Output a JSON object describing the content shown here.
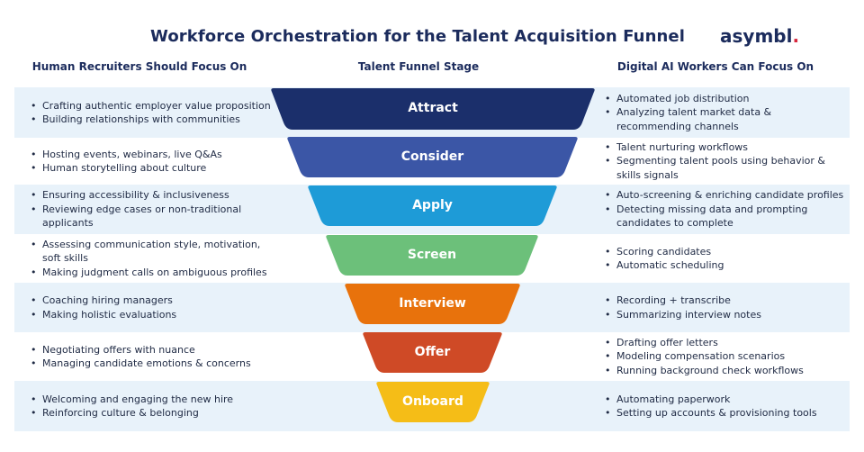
{
  "title": "Workforce Orchestration for the Talent Acquisition Funnel",
  "logo": {
    "text": "asymbl",
    "dot": "."
  },
  "columns": {
    "left": "Human Recruiters Should Focus On",
    "middle": "Talent Funnel Stage",
    "right": "Digital AI Workers Can Focus On"
  },
  "stages": [
    {
      "name": "Attract",
      "color": "#1b2f6b",
      "human": [
        "Crafting authentic employer value proposition",
        "Building relationships with communities"
      ],
      "ai": [
        "Automated job distribution",
        "Analyzing talent market data & recommending channels"
      ]
    },
    {
      "name": "Consider",
      "color": "#3b56a6",
      "human": [
        "Hosting events, webinars, live Q&As",
        "Human storytelling about culture"
      ],
      "ai": [
        "Talent nurturing workflows",
        "Segmenting talent pools using behavior & skills signals"
      ]
    },
    {
      "name": "Apply",
      "color": "#1e9bd7",
      "human": [
        "Ensuring accessibility & inclusiveness",
        "Reviewing edge cases or non-traditional applicants"
      ],
      "ai": [
        "Auto-screening & enriching candidate profiles",
        "Detecting missing data and prompting candidates to complete"
      ]
    },
    {
      "name": "Screen",
      "color": "#6cc07a",
      "human": [
        "Assessing communication style, motivation, soft skills",
        "Making judgment calls on ambiguous profiles"
      ],
      "ai": [
        "Scoring candidates",
        "Automatic scheduling"
      ]
    },
    {
      "name": "Interview",
      "color": "#e8720c",
      "human": [
        "Coaching hiring managers",
        "Making holistic evaluations"
      ],
      "ai": [
        "Recording + transcribe",
        "Summarizing interview notes"
      ]
    },
    {
      "name": "Offer",
      "color": "#cf4a26",
      "human": [
        "Negotiating offers with nuance",
        "Managing candidate emotions & concerns"
      ],
      "ai": [
        "Drafting offer letters",
        "Modeling compensation scenarios",
        "Running background check workflows"
      ]
    },
    {
      "name": "Onboard",
      "color": "#f5bd17",
      "human": [
        "Welcoming and engaging the new hire",
        "Reinforcing culture & belonging"
      ],
      "ai": [
        "Automating paperwork",
        "Setting up accounts & provisioning tools"
      ]
    }
  ]
}
